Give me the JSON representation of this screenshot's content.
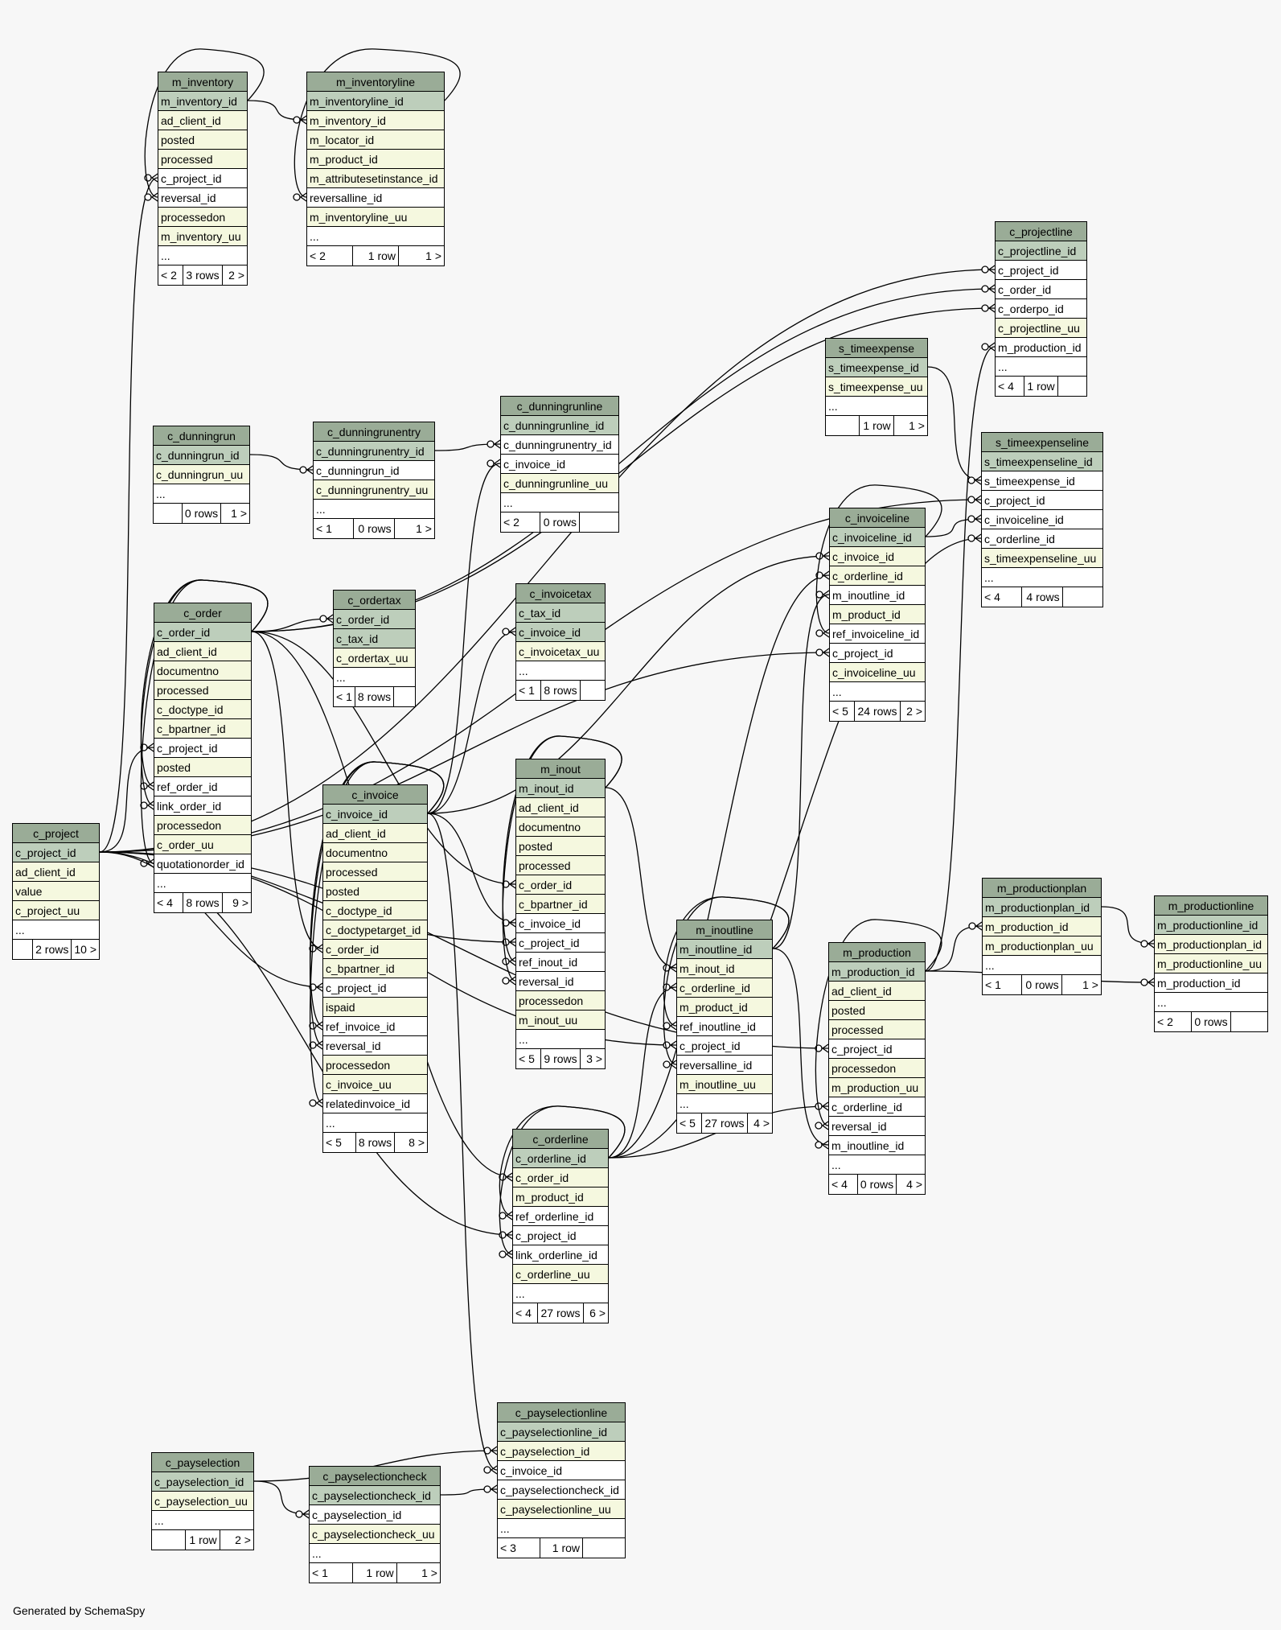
{
  "footer": "Generated by SchemaSpy",
  "colors": {
    "header": "#9aac97",
    "primary_key": "#bdcebb",
    "indexed": "#f5f8df",
    "plain": "#ffffff",
    "background": "#f7f7f7"
  },
  "tables": [
    {
      "name": "m_inventory",
      "columns": [
        {
          "n": "m_inventory_id",
          "t": "pk"
        },
        {
          "n": "ad_client_id",
          "t": "idx"
        },
        {
          "n": "posted",
          "t": "idx"
        },
        {
          "n": "processed",
          "t": "idx"
        },
        {
          "n": "c_project_id",
          "t": "plain"
        },
        {
          "n": "reversal_id",
          "t": "plain"
        },
        {
          "n": "processedon",
          "t": "idx"
        },
        {
          "n": "m_inventory_uu",
          "t": "idx"
        },
        {
          "n": "...",
          "t": "plain"
        }
      ],
      "footer": [
        "< 2",
        "3 rows",
        "2 >"
      ]
    },
    {
      "name": "m_inventoryline",
      "columns": [
        {
          "n": "m_inventoryline_id",
          "t": "pk"
        },
        {
          "n": "m_inventory_id",
          "t": "idx"
        },
        {
          "n": "m_locator_id",
          "t": "idx"
        },
        {
          "n": "m_product_id",
          "t": "idx"
        },
        {
          "n": "m_attributesetinstance_id",
          "t": "idx"
        },
        {
          "n": "reversalline_id",
          "t": "plain"
        },
        {
          "n": "m_inventoryline_uu",
          "t": "idx"
        },
        {
          "n": "...",
          "t": "plain"
        }
      ],
      "footer": [
        "< 2",
        "1 row",
        "1 >"
      ]
    },
    {
      "name": "c_projectline",
      "columns": [
        {
          "n": "c_projectline_id",
          "t": "pk"
        },
        {
          "n": "c_project_id",
          "t": "plain"
        },
        {
          "n": "c_order_id",
          "t": "plain"
        },
        {
          "n": "c_orderpo_id",
          "t": "plain"
        },
        {
          "n": "c_projectline_uu",
          "t": "idx"
        },
        {
          "n": "m_production_id",
          "t": "plain"
        },
        {
          "n": "...",
          "t": "plain"
        }
      ],
      "footer": [
        "< 4",
        "1 row",
        ""
      ]
    },
    {
      "name": "s_timeexpense",
      "columns": [
        {
          "n": "s_timeexpense_id",
          "t": "pk"
        },
        {
          "n": "s_timeexpense_uu",
          "t": "idx"
        },
        {
          "n": "...",
          "t": "plain"
        }
      ],
      "footer": [
        "",
        "1 row",
        "1 >"
      ]
    },
    {
      "name": "c_dunningrunline",
      "columns": [
        {
          "n": "c_dunningrunline_id",
          "t": "pk"
        },
        {
          "n": "c_dunningrunentry_id",
          "t": "plain"
        },
        {
          "n": "c_invoice_id",
          "t": "plain"
        },
        {
          "n": "c_dunningrunline_uu",
          "t": "idx"
        },
        {
          "n": "...",
          "t": "plain"
        }
      ],
      "footer": [
        "< 2",
        "0 rows",
        ""
      ]
    },
    {
      "name": "c_dunningrunentry",
      "columns": [
        {
          "n": "c_dunningrunentry_id",
          "t": "pk"
        },
        {
          "n": "c_dunningrun_id",
          "t": "plain"
        },
        {
          "n": "c_dunningrunentry_uu",
          "t": "idx"
        },
        {
          "n": "...",
          "t": "plain"
        }
      ],
      "footer": [
        "< 1",
        "0 rows",
        "1 >"
      ]
    },
    {
      "name": "c_dunningrun",
      "columns": [
        {
          "n": "c_dunningrun_id",
          "t": "pk"
        },
        {
          "n": "c_dunningrun_uu",
          "t": "idx"
        },
        {
          "n": "...",
          "t": "plain"
        }
      ],
      "footer": [
        "",
        "0 rows",
        "1 >"
      ]
    },
    {
      "name": "s_timeexpenseline",
      "columns": [
        {
          "n": "s_timeexpenseline_id",
          "t": "pk"
        },
        {
          "n": "s_timeexpense_id",
          "t": "plain"
        },
        {
          "n": "c_project_id",
          "t": "plain"
        },
        {
          "n": "c_invoiceline_id",
          "t": "plain"
        },
        {
          "n": "c_orderline_id",
          "t": "plain"
        },
        {
          "n": "s_timeexpenseline_uu",
          "t": "idx"
        },
        {
          "n": "...",
          "t": "plain"
        }
      ],
      "footer": [
        "< 4",
        "4 rows",
        ""
      ]
    },
    {
      "name": "c_invoiceline",
      "columns": [
        {
          "n": "c_invoiceline_id",
          "t": "pk"
        },
        {
          "n": "c_invoice_id",
          "t": "idx"
        },
        {
          "n": "c_orderline_id",
          "t": "idx"
        },
        {
          "n": "m_inoutline_id",
          "t": "plain"
        },
        {
          "n": "m_product_id",
          "t": "idx"
        },
        {
          "n": "ref_invoiceline_id",
          "t": "plain"
        },
        {
          "n": "c_project_id",
          "t": "plain"
        },
        {
          "n": "c_invoiceline_uu",
          "t": "idx"
        },
        {
          "n": "...",
          "t": "plain"
        }
      ],
      "footer": [
        "< 5",
        "24 rows",
        "2 >"
      ]
    },
    {
      "name": "c_order",
      "columns": [
        {
          "n": "c_order_id",
          "t": "pk"
        },
        {
          "n": "ad_client_id",
          "t": "idx"
        },
        {
          "n": "documentno",
          "t": "idx"
        },
        {
          "n": "processed",
          "t": "idx"
        },
        {
          "n": "c_doctype_id",
          "t": "idx"
        },
        {
          "n": "c_bpartner_id",
          "t": "idx"
        },
        {
          "n": "c_project_id",
          "t": "plain"
        },
        {
          "n": "posted",
          "t": "idx"
        },
        {
          "n": "ref_order_id",
          "t": "plain"
        },
        {
          "n": "link_order_id",
          "t": "plain"
        },
        {
          "n": "processedon",
          "t": "idx"
        },
        {
          "n": "c_order_uu",
          "t": "idx"
        },
        {
          "n": "quotationorder_id",
          "t": "plain"
        },
        {
          "n": "...",
          "t": "plain"
        }
      ],
      "footer": [
        "< 4",
        "8 rows",
        "9 >"
      ]
    },
    {
      "name": "c_ordertax",
      "columns": [
        {
          "n": "c_order_id",
          "t": "pk"
        },
        {
          "n": "c_tax_id",
          "t": "pk"
        },
        {
          "n": "c_ordertax_uu",
          "t": "idx"
        },
        {
          "n": "...",
          "t": "plain"
        }
      ],
      "footer": [
        "< 1",
        "8 rows",
        ""
      ]
    },
    {
      "name": "c_invoicetax",
      "columns": [
        {
          "n": "c_tax_id",
          "t": "pk"
        },
        {
          "n": "c_invoice_id",
          "t": "pk"
        },
        {
          "n": "c_invoicetax_uu",
          "t": "idx"
        },
        {
          "n": "...",
          "t": "plain"
        }
      ],
      "footer": [
        "< 1",
        "8 rows",
        ""
      ]
    },
    {
      "name": "c_project",
      "columns": [
        {
          "n": "c_project_id",
          "t": "pk"
        },
        {
          "n": "ad_client_id",
          "t": "idx"
        },
        {
          "n": "value",
          "t": "idx"
        },
        {
          "n": "c_project_uu",
          "t": "idx"
        },
        {
          "n": "...",
          "t": "plain"
        }
      ],
      "footer": [
        "",
        "2 rows",
        "10 >"
      ]
    },
    {
      "name": "m_inout",
      "columns": [
        {
          "n": "m_inout_id",
          "t": "pk"
        },
        {
          "n": "ad_client_id",
          "t": "idx"
        },
        {
          "n": "documentno",
          "t": "idx"
        },
        {
          "n": "posted",
          "t": "idx"
        },
        {
          "n": "processed",
          "t": "idx"
        },
        {
          "n": "c_order_id",
          "t": "idx"
        },
        {
          "n": "c_bpartner_id",
          "t": "idx"
        },
        {
          "n": "c_invoice_id",
          "t": "plain"
        },
        {
          "n": "c_project_id",
          "t": "plain"
        },
        {
          "n": "ref_inout_id",
          "t": "plain"
        },
        {
          "n": "reversal_id",
          "t": "plain"
        },
        {
          "n": "processedon",
          "t": "idx"
        },
        {
          "n": "m_inout_uu",
          "t": "idx"
        },
        {
          "n": "...",
          "t": "plain"
        }
      ],
      "footer": [
        "< 5",
        "9 rows",
        "3 >"
      ]
    },
    {
      "name": "c_invoice",
      "columns": [
        {
          "n": "c_invoice_id",
          "t": "pk"
        },
        {
          "n": "ad_client_id",
          "t": "idx"
        },
        {
          "n": "documentno",
          "t": "idx"
        },
        {
          "n": "processed",
          "t": "idx"
        },
        {
          "n": "posted",
          "t": "idx"
        },
        {
          "n": "c_doctype_id",
          "t": "idx"
        },
        {
          "n": "c_doctypetarget_id",
          "t": "idx"
        },
        {
          "n": "c_order_id",
          "t": "idx"
        },
        {
          "n": "c_bpartner_id",
          "t": "idx"
        },
        {
          "n": "c_project_id",
          "t": "plain"
        },
        {
          "n": "ispaid",
          "t": "idx"
        },
        {
          "n": "ref_invoice_id",
          "t": "plain"
        },
        {
          "n": "reversal_id",
          "t": "plain"
        },
        {
          "n": "processedon",
          "t": "idx"
        },
        {
          "n": "c_invoice_uu",
          "t": "idx"
        },
        {
          "n": "relatedinvoice_id",
          "t": "plain"
        },
        {
          "n": "...",
          "t": "plain"
        }
      ],
      "footer": [
        "< 5",
        "8 rows",
        "8 >"
      ]
    },
    {
      "name": "m_productionplan",
      "columns": [
        {
          "n": "m_productionplan_id",
          "t": "pk"
        },
        {
          "n": "m_production_id",
          "t": "idx"
        },
        {
          "n": "m_productionplan_uu",
          "t": "idx"
        },
        {
          "n": "...",
          "t": "plain"
        }
      ],
      "footer": [
        "< 1",
        "0 rows",
        "1 >"
      ]
    },
    {
      "name": "m_productionline",
      "columns": [
        {
          "n": "m_productionline_id",
          "t": "pk"
        },
        {
          "n": "m_productionplan_id",
          "t": "idx"
        },
        {
          "n": "m_productionline_uu",
          "t": "idx"
        },
        {
          "n": "m_production_id",
          "t": "plain"
        },
        {
          "n": "...",
          "t": "plain"
        }
      ],
      "footer": [
        "< 2",
        "0 rows",
        ""
      ]
    },
    {
      "name": "m_inoutline",
      "columns": [
        {
          "n": "m_inoutline_id",
          "t": "pk"
        },
        {
          "n": "m_inout_id",
          "t": "idx"
        },
        {
          "n": "c_orderline_id",
          "t": "idx"
        },
        {
          "n": "m_product_id",
          "t": "idx"
        },
        {
          "n": "ref_inoutline_id",
          "t": "plain"
        },
        {
          "n": "c_project_id",
          "t": "plain"
        },
        {
          "n": "reversalline_id",
          "t": "plain"
        },
        {
          "n": "m_inoutline_uu",
          "t": "idx"
        },
        {
          "n": "...",
          "t": "plain"
        }
      ],
      "footer": [
        "< 5",
        "27 rows",
        "4 >"
      ]
    },
    {
      "name": "m_production",
      "columns": [
        {
          "n": "m_production_id",
          "t": "pk"
        },
        {
          "n": "ad_client_id",
          "t": "idx"
        },
        {
          "n": "posted",
          "t": "idx"
        },
        {
          "n": "processed",
          "t": "idx"
        },
        {
          "n": "c_project_id",
          "t": "plain"
        },
        {
          "n": "processedon",
          "t": "idx"
        },
        {
          "n": "m_production_uu",
          "t": "idx"
        },
        {
          "n": "c_orderline_id",
          "t": "plain"
        },
        {
          "n": "reversal_id",
          "t": "plain"
        },
        {
          "n": "m_inoutline_id",
          "t": "plain"
        },
        {
          "n": "...",
          "t": "plain"
        }
      ],
      "footer": [
        "< 4",
        "0 rows",
        "4 >"
      ]
    },
    {
      "name": "c_orderline",
      "columns": [
        {
          "n": "c_orderline_id",
          "t": "pk"
        },
        {
          "n": "c_order_id",
          "t": "idx"
        },
        {
          "n": "m_product_id",
          "t": "idx"
        },
        {
          "n": "ref_orderline_id",
          "t": "plain"
        },
        {
          "n": "c_project_id",
          "t": "plain"
        },
        {
          "n": "link_orderline_id",
          "t": "plain"
        },
        {
          "n": "c_orderline_uu",
          "t": "idx"
        },
        {
          "n": "...",
          "t": "plain"
        }
      ],
      "footer": [
        "< 4",
        "27 rows",
        "6 >"
      ]
    },
    {
      "name": "c_payselectionline",
      "columns": [
        {
          "n": "c_payselectionline_id",
          "t": "pk"
        },
        {
          "n": "c_payselection_id",
          "t": "idx"
        },
        {
          "n": "c_invoice_id",
          "t": "plain"
        },
        {
          "n": "c_payselectioncheck_id",
          "t": "plain"
        },
        {
          "n": "c_payselectionline_uu",
          "t": "idx"
        },
        {
          "n": "...",
          "t": "plain"
        }
      ],
      "footer": [
        "< 3",
        "1 row",
        ""
      ]
    },
    {
      "name": "c_payselection",
      "columns": [
        {
          "n": "c_payselection_id",
          "t": "pk"
        },
        {
          "n": "c_payselection_uu",
          "t": "idx"
        },
        {
          "n": "...",
          "t": "plain"
        }
      ],
      "footer": [
        "",
        "1 row",
        "2 >"
      ]
    },
    {
      "name": "c_payselectioncheck",
      "columns": [
        {
          "n": "c_payselectioncheck_id",
          "t": "pk"
        },
        {
          "n": "c_payselection_id",
          "t": "plain"
        },
        {
          "n": "c_payselectioncheck_uu",
          "t": "idx"
        },
        {
          "n": "...",
          "t": "plain"
        }
      ],
      "footer": [
        "< 1",
        "1 row",
        "1 >"
      ]
    }
  ],
  "relations": [
    [
      "m_inventory",
      "c_project_id",
      "c_project"
    ],
    [
      "m_inventory",
      "reversal_id",
      "m_inventory"
    ],
    [
      "m_inventoryline",
      "m_inventory_id",
      "m_inventory"
    ],
    [
      "m_inventoryline",
      "reversalline_id",
      "m_inventoryline"
    ],
    [
      "c_projectline",
      "c_project_id",
      "c_project"
    ],
    [
      "c_projectline",
      "c_order_id",
      "c_order"
    ],
    [
      "c_projectline",
      "c_orderpo_id",
      "c_order"
    ],
    [
      "c_projectline",
      "m_production_id",
      "m_production"
    ],
    [
      "c_dunningrunline",
      "c_dunningrunentry_id",
      "c_dunningrunentry"
    ],
    [
      "c_dunningrunline",
      "c_invoice_id",
      "c_invoice"
    ],
    [
      "c_dunningrunentry",
      "c_dunningrun_id",
      "c_dunningrun"
    ],
    [
      "s_timeexpenseline",
      "s_timeexpense_id",
      "s_timeexpense"
    ],
    [
      "s_timeexpenseline",
      "c_project_id",
      "c_project"
    ],
    [
      "s_timeexpenseline",
      "c_invoiceline_id",
      "c_invoiceline"
    ],
    [
      "s_timeexpenseline",
      "c_orderline_id",
      "c_orderline"
    ],
    [
      "c_invoiceline",
      "c_invoice_id",
      "c_invoice"
    ],
    [
      "c_invoiceline",
      "c_orderline_id",
      "c_orderline"
    ],
    [
      "c_invoiceline",
      "m_inoutline_id",
      "m_inoutline"
    ],
    [
      "c_invoiceline",
      "ref_invoiceline_id",
      "c_invoiceline"
    ],
    [
      "c_invoiceline",
      "c_project_id",
      "c_project"
    ],
    [
      "c_order",
      "c_project_id",
      "c_project"
    ],
    [
      "c_order",
      "ref_order_id",
      "c_order"
    ],
    [
      "c_order",
      "link_order_id",
      "c_order"
    ],
    [
      "c_order",
      "quotationorder_id",
      "c_order"
    ],
    [
      "c_ordertax",
      "c_order_id",
      "c_order"
    ],
    [
      "c_invoicetax",
      "c_invoice_id",
      "c_invoice"
    ],
    [
      "m_inout",
      "c_order_id",
      "c_order"
    ],
    [
      "m_inout",
      "c_invoice_id",
      "c_invoice"
    ],
    [
      "m_inout",
      "c_project_id",
      "c_project"
    ],
    [
      "m_inout",
      "ref_inout_id",
      "m_inout"
    ],
    [
      "m_inout",
      "reversal_id",
      "m_inout"
    ],
    [
      "c_invoice",
      "c_order_id",
      "c_order"
    ],
    [
      "c_invoice",
      "c_project_id",
      "c_project"
    ],
    [
      "c_invoice",
      "ref_invoice_id",
      "c_invoice"
    ],
    [
      "c_invoice",
      "reversal_id",
      "c_invoice"
    ],
    [
      "c_invoice",
      "relatedinvoice_id",
      "c_invoice"
    ],
    [
      "m_productionplan",
      "m_production_id",
      "m_production"
    ],
    [
      "m_productionline",
      "m_productionplan_id",
      "m_productionplan"
    ],
    [
      "m_productionline",
      "m_production_id",
      "m_production"
    ],
    [
      "m_inoutline",
      "m_inout_id",
      "m_inout"
    ],
    [
      "m_inoutline",
      "c_orderline_id",
      "c_orderline"
    ],
    [
      "m_inoutline",
      "ref_inoutline_id",
      "m_inoutline"
    ],
    [
      "m_inoutline",
      "c_project_id",
      "c_project"
    ],
    [
      "m_inoutline",
      "reversalline_id",
      "m_inoutline"
    ],
    [
      "m_production",
      "c_project_id",
      "c_project"
    ],
    [
      "m_production",
      "c_orderline_id",
      "c_orderline"
    ],
    [
      "m_production",
      "reversal_id",
      "m_production"
    ],
    [
      "m_production",
      "m_inoutline_id",
      "m_inoutline"
    ],
    [
      "c_orderline",
      "c_order_id",
      "c_order"
    ],
    [
      "c_orderline",
      "ref_orderline_id",
      "c_orderline"
    ],
    [
      "c_orderline",
      "c_project_id",
      "c_project"
    ],
    [
      "c_orderline",
      "link_orderline_id",
      "c_orderline"
    ],
    [
      "c_payselectionline",
      "c_payselection_id",
      "c_payselection"
    ],
    [
      "c_payselectionline",
      "c_invoice_id",
      "c_invoice"
    ],
    [
      "c_payselectionline",
      "c_payselectioncheck_id",
      "c_payselectioncheck"
    ],
    [
      "c_payselectioncheck",
      "c_payselection_id",
      "c_payselection"
    ]
  ]
}
